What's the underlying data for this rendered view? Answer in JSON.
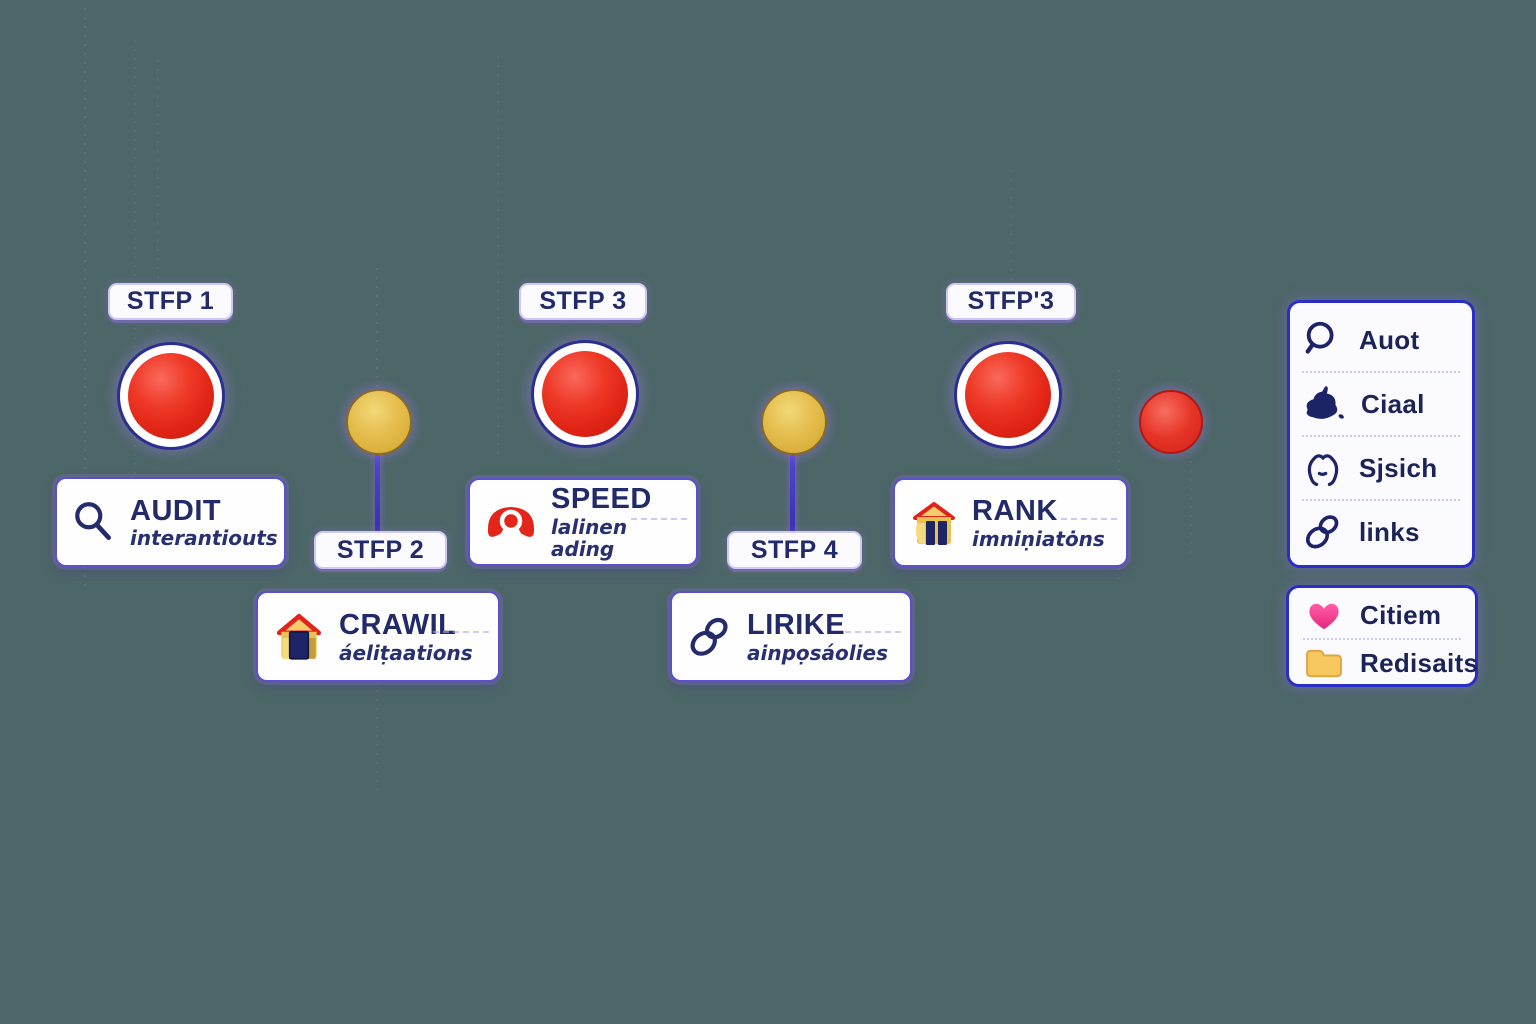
{
  "steps": [
    {
      "badge": "STFP 1",
      "marker": "large-red-circle",
      "card": {
        "icon": "magnifier-icon",
        "title": "AUDIT",
        "subtitle": "interantiouts"
      }
    },
    {
      "badge": "STFP 2",
      "marker": "small-yellow-circle",
      "card": {
        "icon": "house-icon",
        "title": "CRAWIL",
        "subtitle": "áeliṭaations"
      }
    },
    {
      "badge": "STFP 3",
      "marker": "large-red-circle",
      "card": {
        "icon": "gauge-icon",
        "title": "SPEED",
        "subtitle": "lalinen ading"
      }
    },
    {
      "badge": "STFP 4",
      "marker": "small-yellow-circle",
      "card": {
        "icon": "chain-link-icon",
        "title": "LIRIKE",
        "subtitle": "ainpọsáolies"
      }
    },
    {
      "badge": "STFP'3",
      "marker": "large-red-circle",
      "card": {
        "icon": "house-pillars-icon",
        "title": "RANK",
        "subtitle": "imniṇiatȯns"
      }
    }
  ],
  "extra_marker": {
    "type": "small-red-circle"
  },
  "legend_primary": {
    "items": [
      {
        "icon": "search-icon",
        "label": "Auot"
      },
      {
        "icon": "bird-blob-icon",
        "label": "Ciaal"
      },
      {
        "icon": "face-outline-icon",
        "label": "Sjsich"
      },
      {
        "icon": "chain-link-icon",
        "label": "links"
      }
    ]
  },
  "legend_secondary": {
    "items": [
      {
        "icon": "heart-icon",
        "label": "Citiem"
      },
      {
        "icon": "folder-icon",
        "label": "Redisaits"
      }
    ]
  },
  "colors": {
    "background": "#4d6768",
    "navy_text": "#222a68",
    "red_circle": "#e02415",
    "yellow_circle": "#e4bd4d",
    "card_border": "#5b50cf",
    "panel_border": "#2a2ec6",
    "heart_pink": "#ee2f85",
    "folder_yellow": "#f7c85f"
  }
}
